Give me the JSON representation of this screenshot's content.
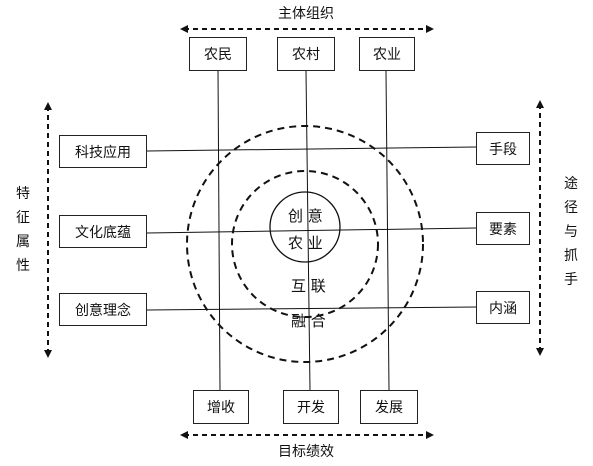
{
  "labels": {
    "top": "主体组织",
    "bottom": "目标绩效",
    "left": "特征属性",
    "right": "途径与抓手"
  },
  "top_boxes": [
    "农民",
    "农村",
    "农业"
  ],
  "bottom_boxes": [
    "增收",
    "开发",
    "发展"
  ],
  "left_boxes": [
    "科技应用",
    "文化底蕴",
    "创意理念"
  ],
  "right_boxes": [
    "手段",
    "要素",
    "内涵"
  ],
  "center": {
    "inner_line1": "创 意",
    "inner_line2": "农 业",
    "middle": "互 联",
    "outer": "融 合"
  }
}
